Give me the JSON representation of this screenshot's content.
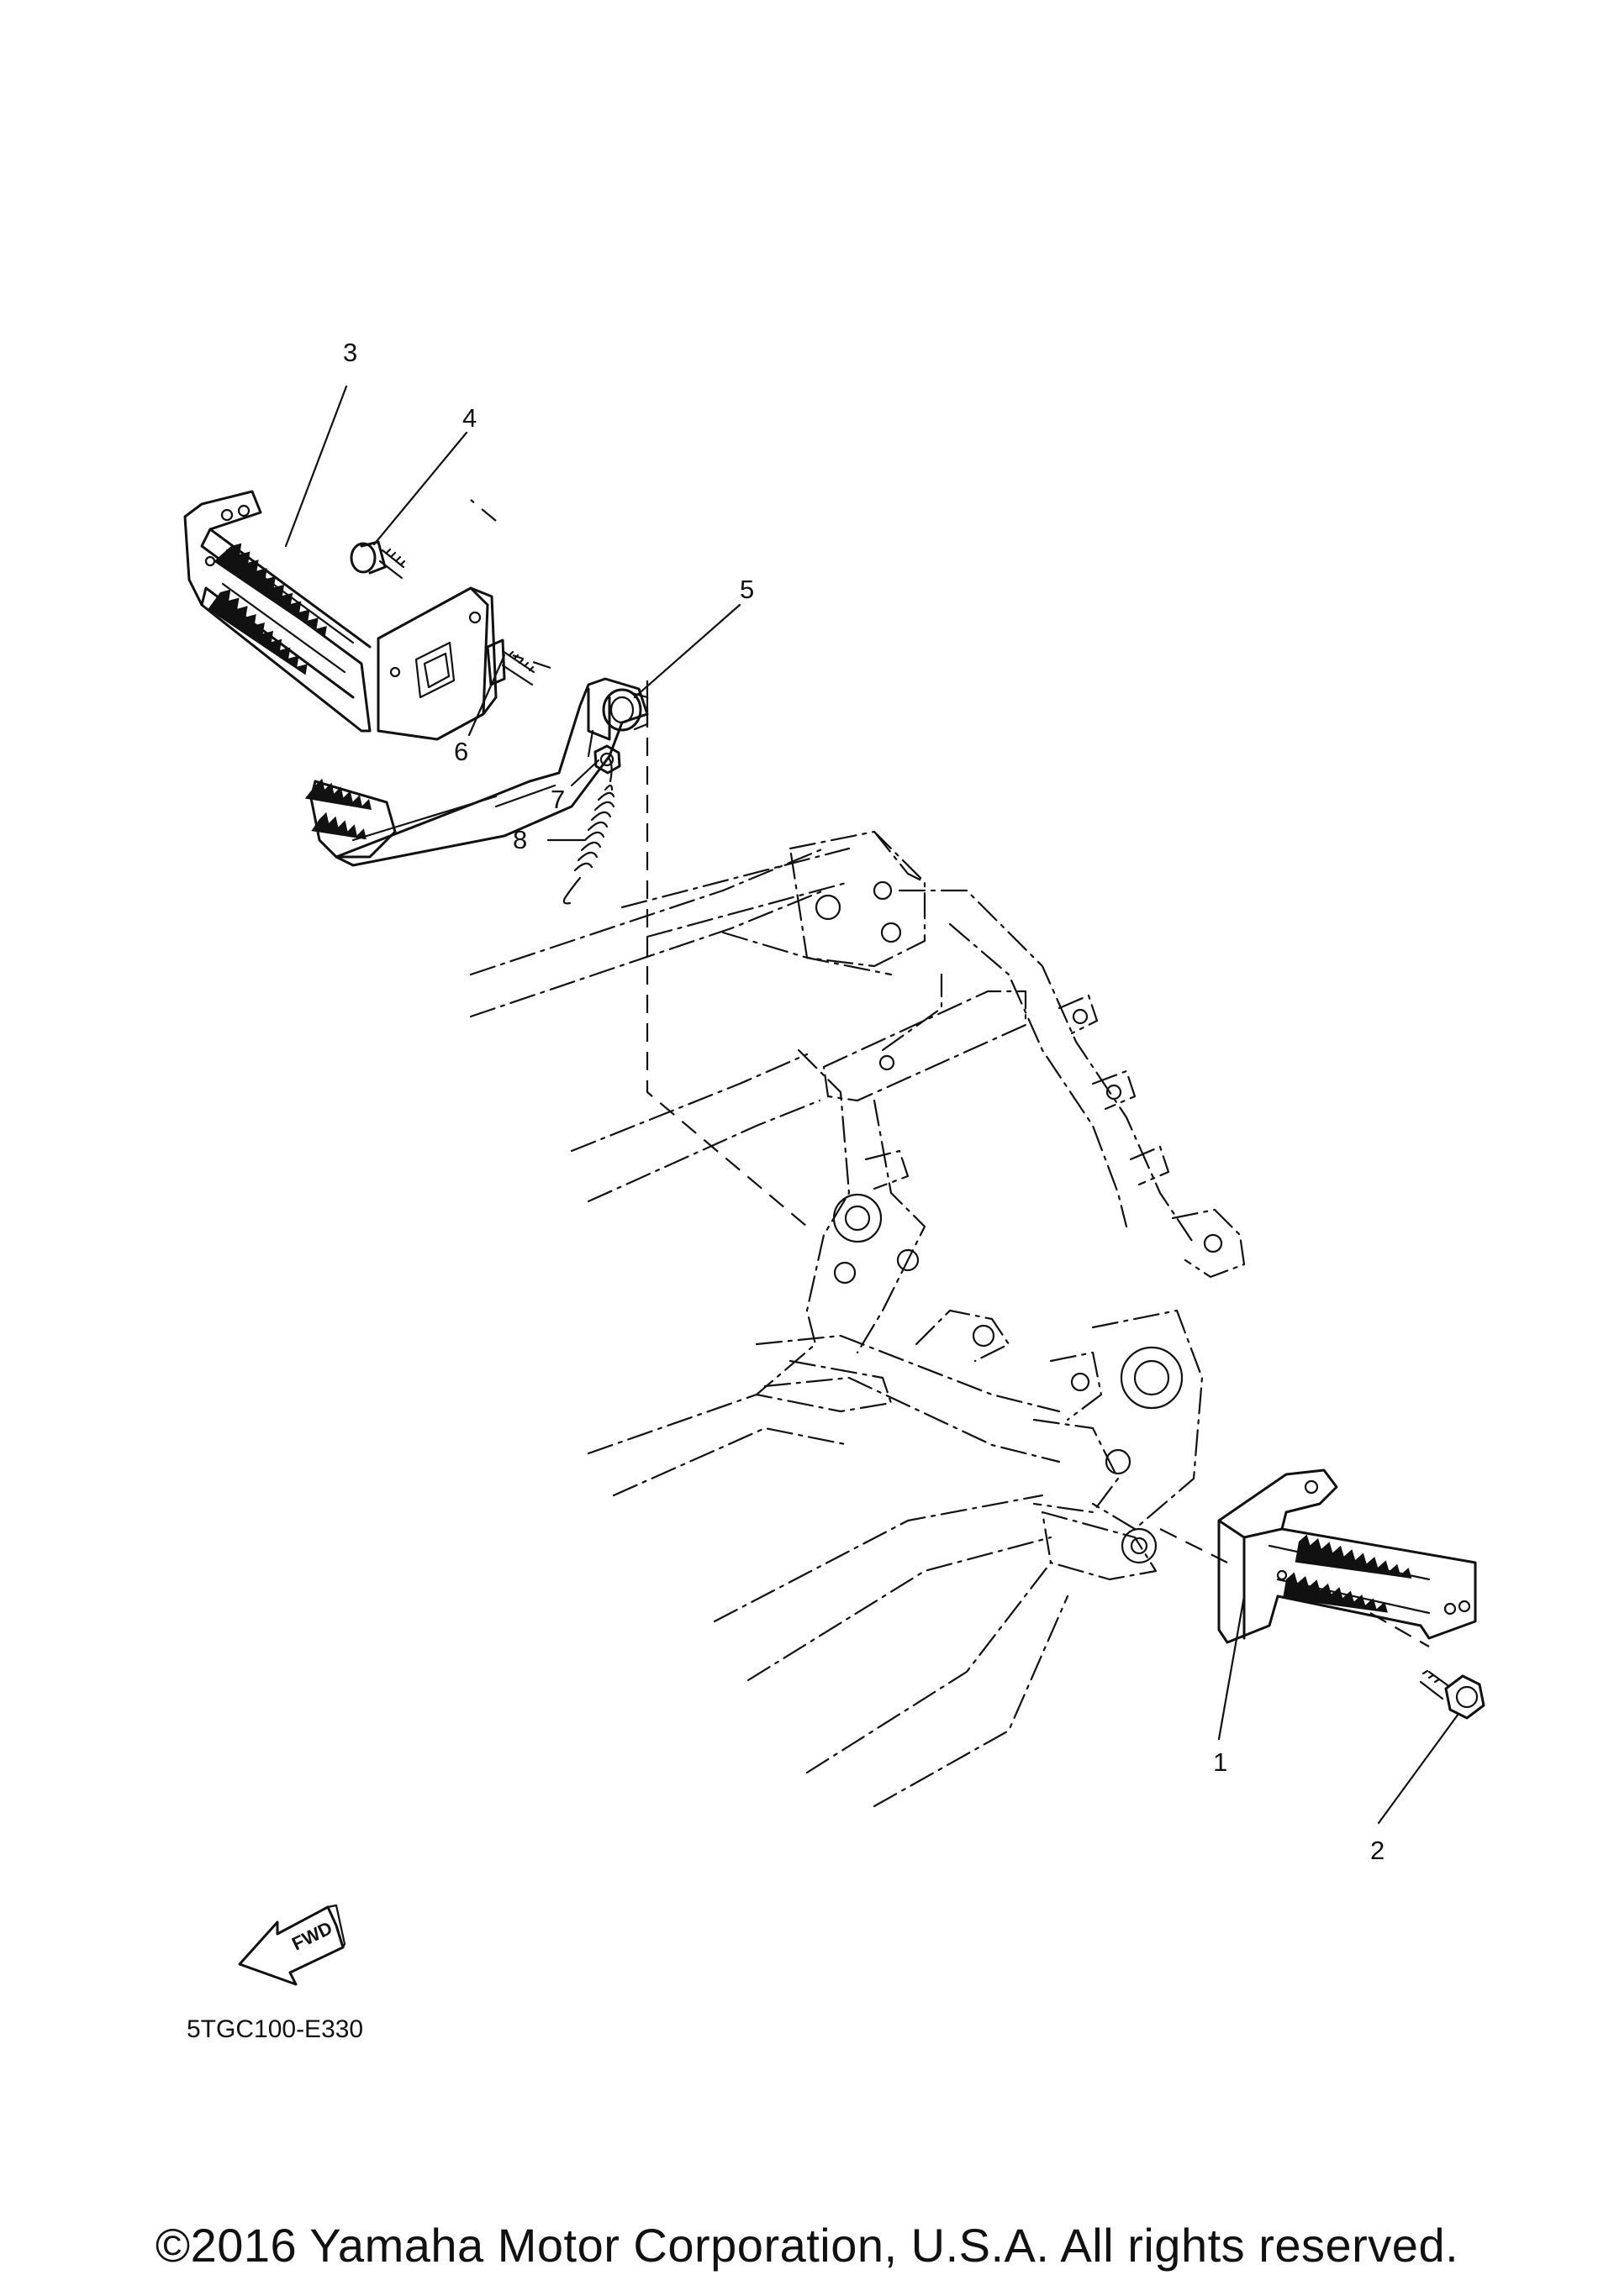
{
  "callouts": [
    {
      "id": "1",
      "label": "1"
    },
    {
      "id": "2",
      "label": "2"
    },
    {
      "id": "3",
      "label": "3"
    },
    {
      "id": "4",
      "label": "4"
    },
    {
      "id": "5",
      "label": "5"
    },
    {
      "id": "6",
      "label": "6"
    },
    {
      "id": "7",
      "label": "7"
    },
    {
      "id": "8",
      "label": "8"
    }
  ],
  "fwd_label": "FWD",
  "diagram_code": "5TGC100-E330",
  "copyright": "©2016 Yamaha Motor Corporation, U.S.A. All rights reserved."
}
